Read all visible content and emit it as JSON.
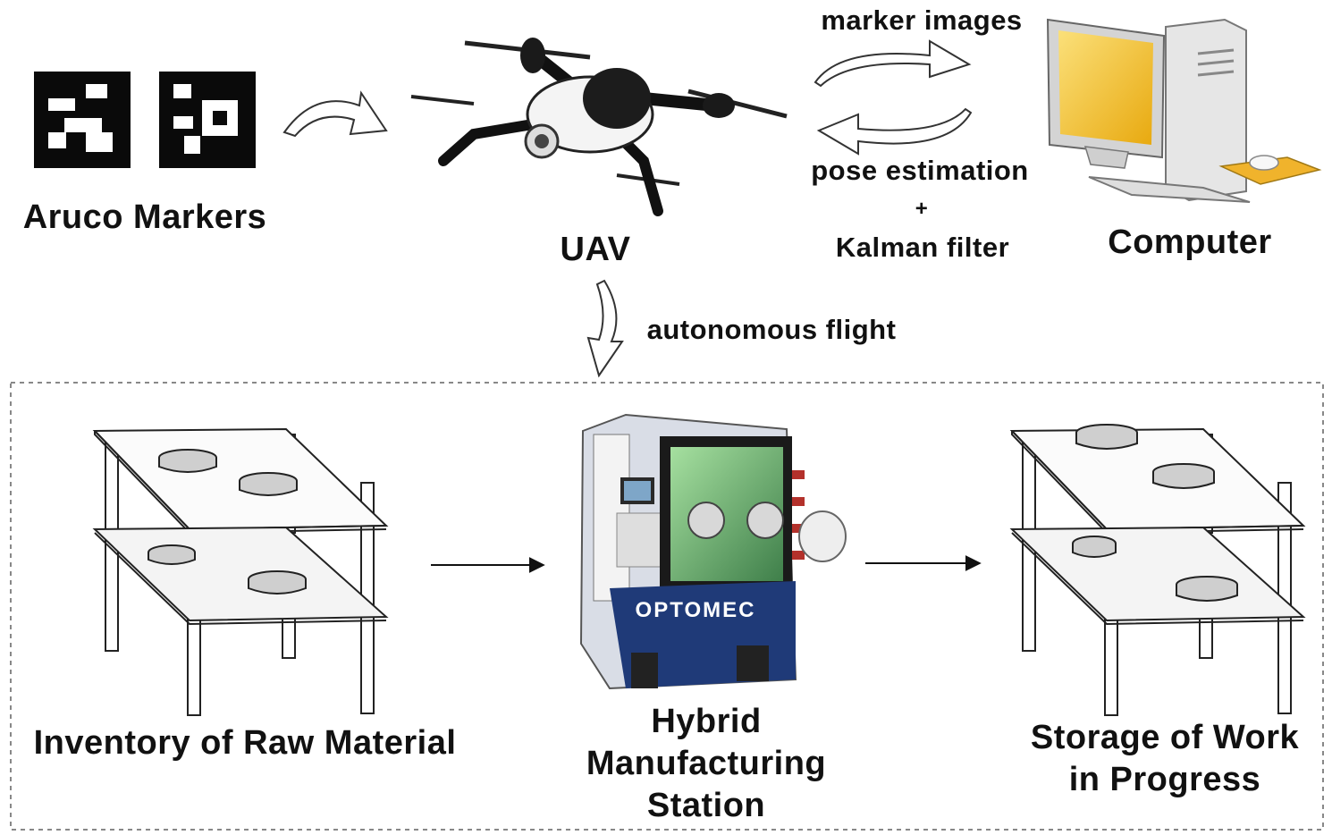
{
  "top": {
    "aruco_label": "Aruco Markers",
    "uav_label": "UAV",
    "computer_label": "Computer",
    "marker_images_label": "marker images",
    "pose_label": "pose estimation",
    "plus_label": "+",
    "kalman_label": "Kalman filter",
    "autonomous_label": "autonomous flight"
  },
  "bottom": {
    "inventory_label": "Inventory of Raw Material",
    "hybrid_lines": [
      "Hybrid",
      "Manufacturing",
      "Station"
    ],
    "storage_lines": [
      "Storage of Work",
      "in Progress"
    ],
    "machine_brand": "OPTOMEC"
  },
  "colors": {
    "marker_black": "#0a0a0a",
    "screen_yellow": "#f2c01a",
    "machine_blue": "#1f3a78",
    "machine_glass": "#7fc98a",
    "border_dashed": "#888888"
  }
}
